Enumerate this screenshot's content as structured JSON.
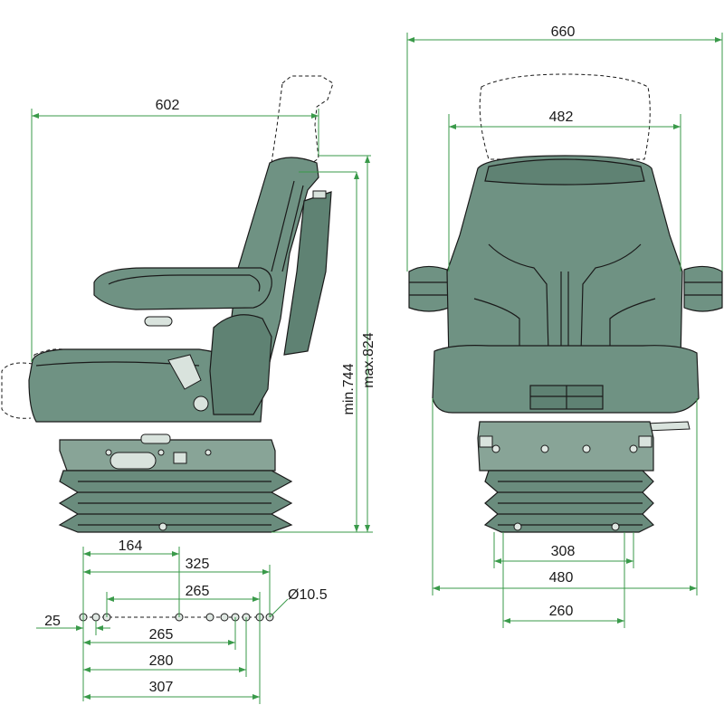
{
  "dimensions": {
    "side_width": "602",
    "front_width": "660",
    "front_inner_width": "482",
    "min_height": "min.744",
    "max_height": "max.824",
    "side_rail_164": "164",
    "side_rail_325": "325",
    "side_rail_265_top": "265",
    "hole_diameter": "Ø10.5",
    "side_offset_25": "25",
    "side_rail_265_bottom": "265",
    "side_rail_280": "280",
    "side_rail_307": "307",
    "front_base_308": "308",
    "front_base_480": "480",
    "front_base_260": "260"
  },
  "colors": {
    "dimension_line": "#3a9a4a",
    "seat_fill": "#6f9283"
  }
}
